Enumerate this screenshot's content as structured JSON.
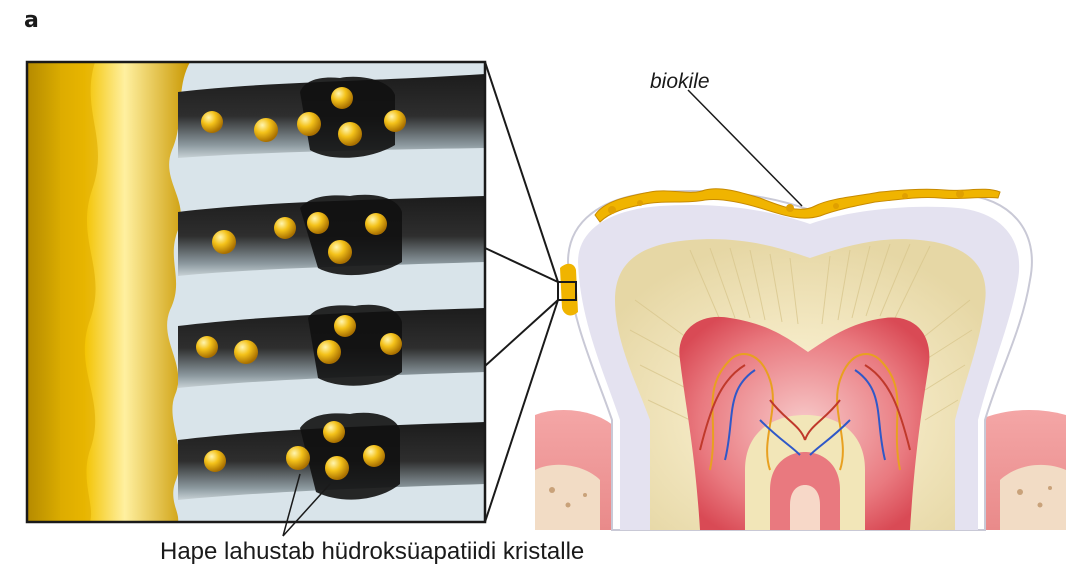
{
  "figure": {
    "panel_letter": "a",
    "biofilm_label": "biokile",
    "caption": "Hape lahustab hüdroksüapatiidi kristalle"
  }
}
